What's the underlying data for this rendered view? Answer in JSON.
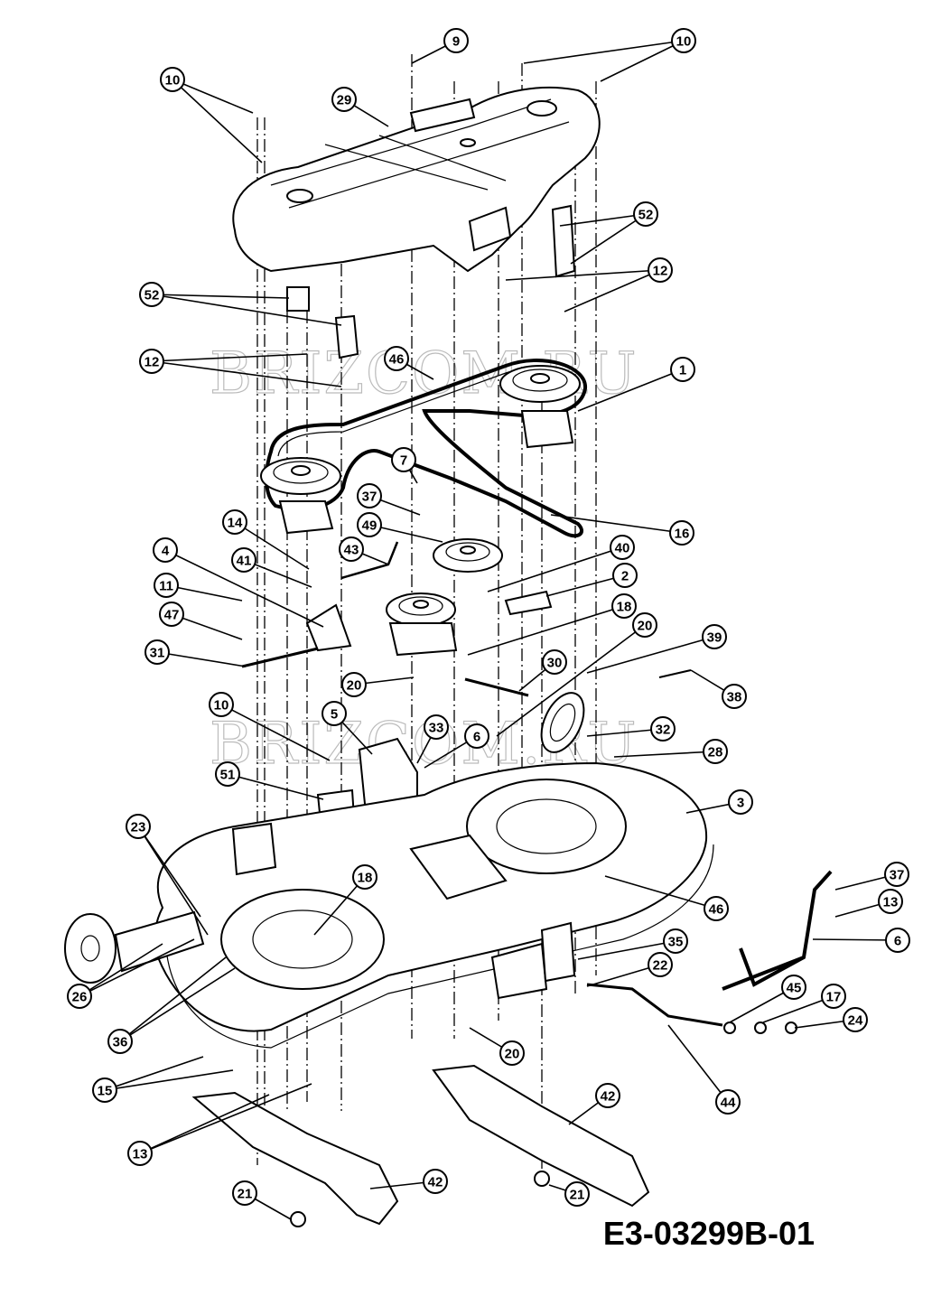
{
  "diagram": {
    "drawing_code": "E3-03299B-01",
    "watermark": "BRIZCOM.RU",
    "callouts": [
      {
        "id": "c9",
        "label": "9"
      },
      {
        "id": "c10a",
        "label": "10"
      },
      {
        "id": "c10b",
        "label": "10"
      },
      {
        "id": "c29",
        "label": "29"
      },
      {
        "id": "c52a",
        "label": "52"
      },
      {
        "id": "c12a",
        "label": "12"
      },
      {
        "id": "c52b",
        "label": "52"
      },
      {
        "id": "c12b",
        "label": "12"
      },
      {
        "id": "c46a",
        "label": "46"
      },
      {
        "id": "c1",
        "label": "1"
      },
      {
        "id": "c7",
        "label": "7"
      },
      {
        "id": "c37a",
        "label": "37"
      },
      {
        "id": "c16",
        "label": "16"
      },
      {
        "id": "c14",
        "label": "14"
      },
      {
        "id": "c49",
        "label": "49"
      },
      {
        "id": "c43",
        "label": "43"
      },
      {
        "id": "c41",
        "label": "41"
      },
      {
        "id": "c4",
        "label": "4"
      },
      {
        "id": "c40",
        "label": "40"
      },
      {
        "id": "c2",
        "label": "2"
      },
      {
        "id": "c11",
        "label": "11"
      },
      {
        "id": "c47",
        "label": "47"
      },
      {
        "id": "c18a",
        "label": "18"
      },
      {
        "id": "c20a",
        "label": "20"
      },
      {
        "id": "c39",
        "label": "39"
      },
      {
        "id": "c31",
        "label": "31"
      },
      {
        "id": "c30",
        "label": "30"
      },
      {
        "id": "c20b",
        "label": "20"
      },
      {
        "id": "c38",
        "label": "38"
      },
      {
        "id": "c10c",
        "label": "10"
      },
      {
        "id": "c5",
        "label": "5"
      },
      {
        "id": "c33",
        "label": "33"
      },
      {
        "id": "c6a",
        "label": "6"
      },
      {
        "id": "c32",
        "label": "32"
      },
      {
        "id": "c28",
        "label": "28"
      },
      {
        "id": "c51",
        "label": "51"
      },
      {
        "id": "c3",
        "label": "3"
      },
      {
        "id": "c23",
        "label": "23"
      },
      {
        "id": "c18b",
        "label": "18"
      },
      {
        "id": "c37b",
        "label": "37"
      },
      {
        "id": "c13a",
        "label": "13"
      },
      {
        "id": "c46b",
        "label": "46"
      },
      {
        "id": "c6b",
        "label": "6"
      },
      {
        "id": "c26",
        "label": "26"
      },
      {
        "id": "c35",
        "label": "35"
      },
      {
        "id": "c22",
        "label": "22"
      },
      {
        "id": "c45",
        "label": "45"
      },
      {
        "id": "c17",
        "label": "17"
      },
      {
        "id": "c24",
        "label": "24"
      },
      {
        "id": "c36",
        "label": "36"
      },
      {
        "id": "c20c",
        "label": "20"
      },
      {
        "id": "c15",
        "label": "15"
      },
      {
        "id": "c44",
        "label": "44"
      },
      {
        "id": "c42a",
        "label": "42"
      },
      {
        "id": "c13b",
        "label": "13"
      },
      {
        "id": "c42b",
        "label": "42"
      },
      {
        "id": "c21a",
        "label": "21"
      },
      {
        "id": "c21b",
        "label": "21"
      }
    ]
  }
}
